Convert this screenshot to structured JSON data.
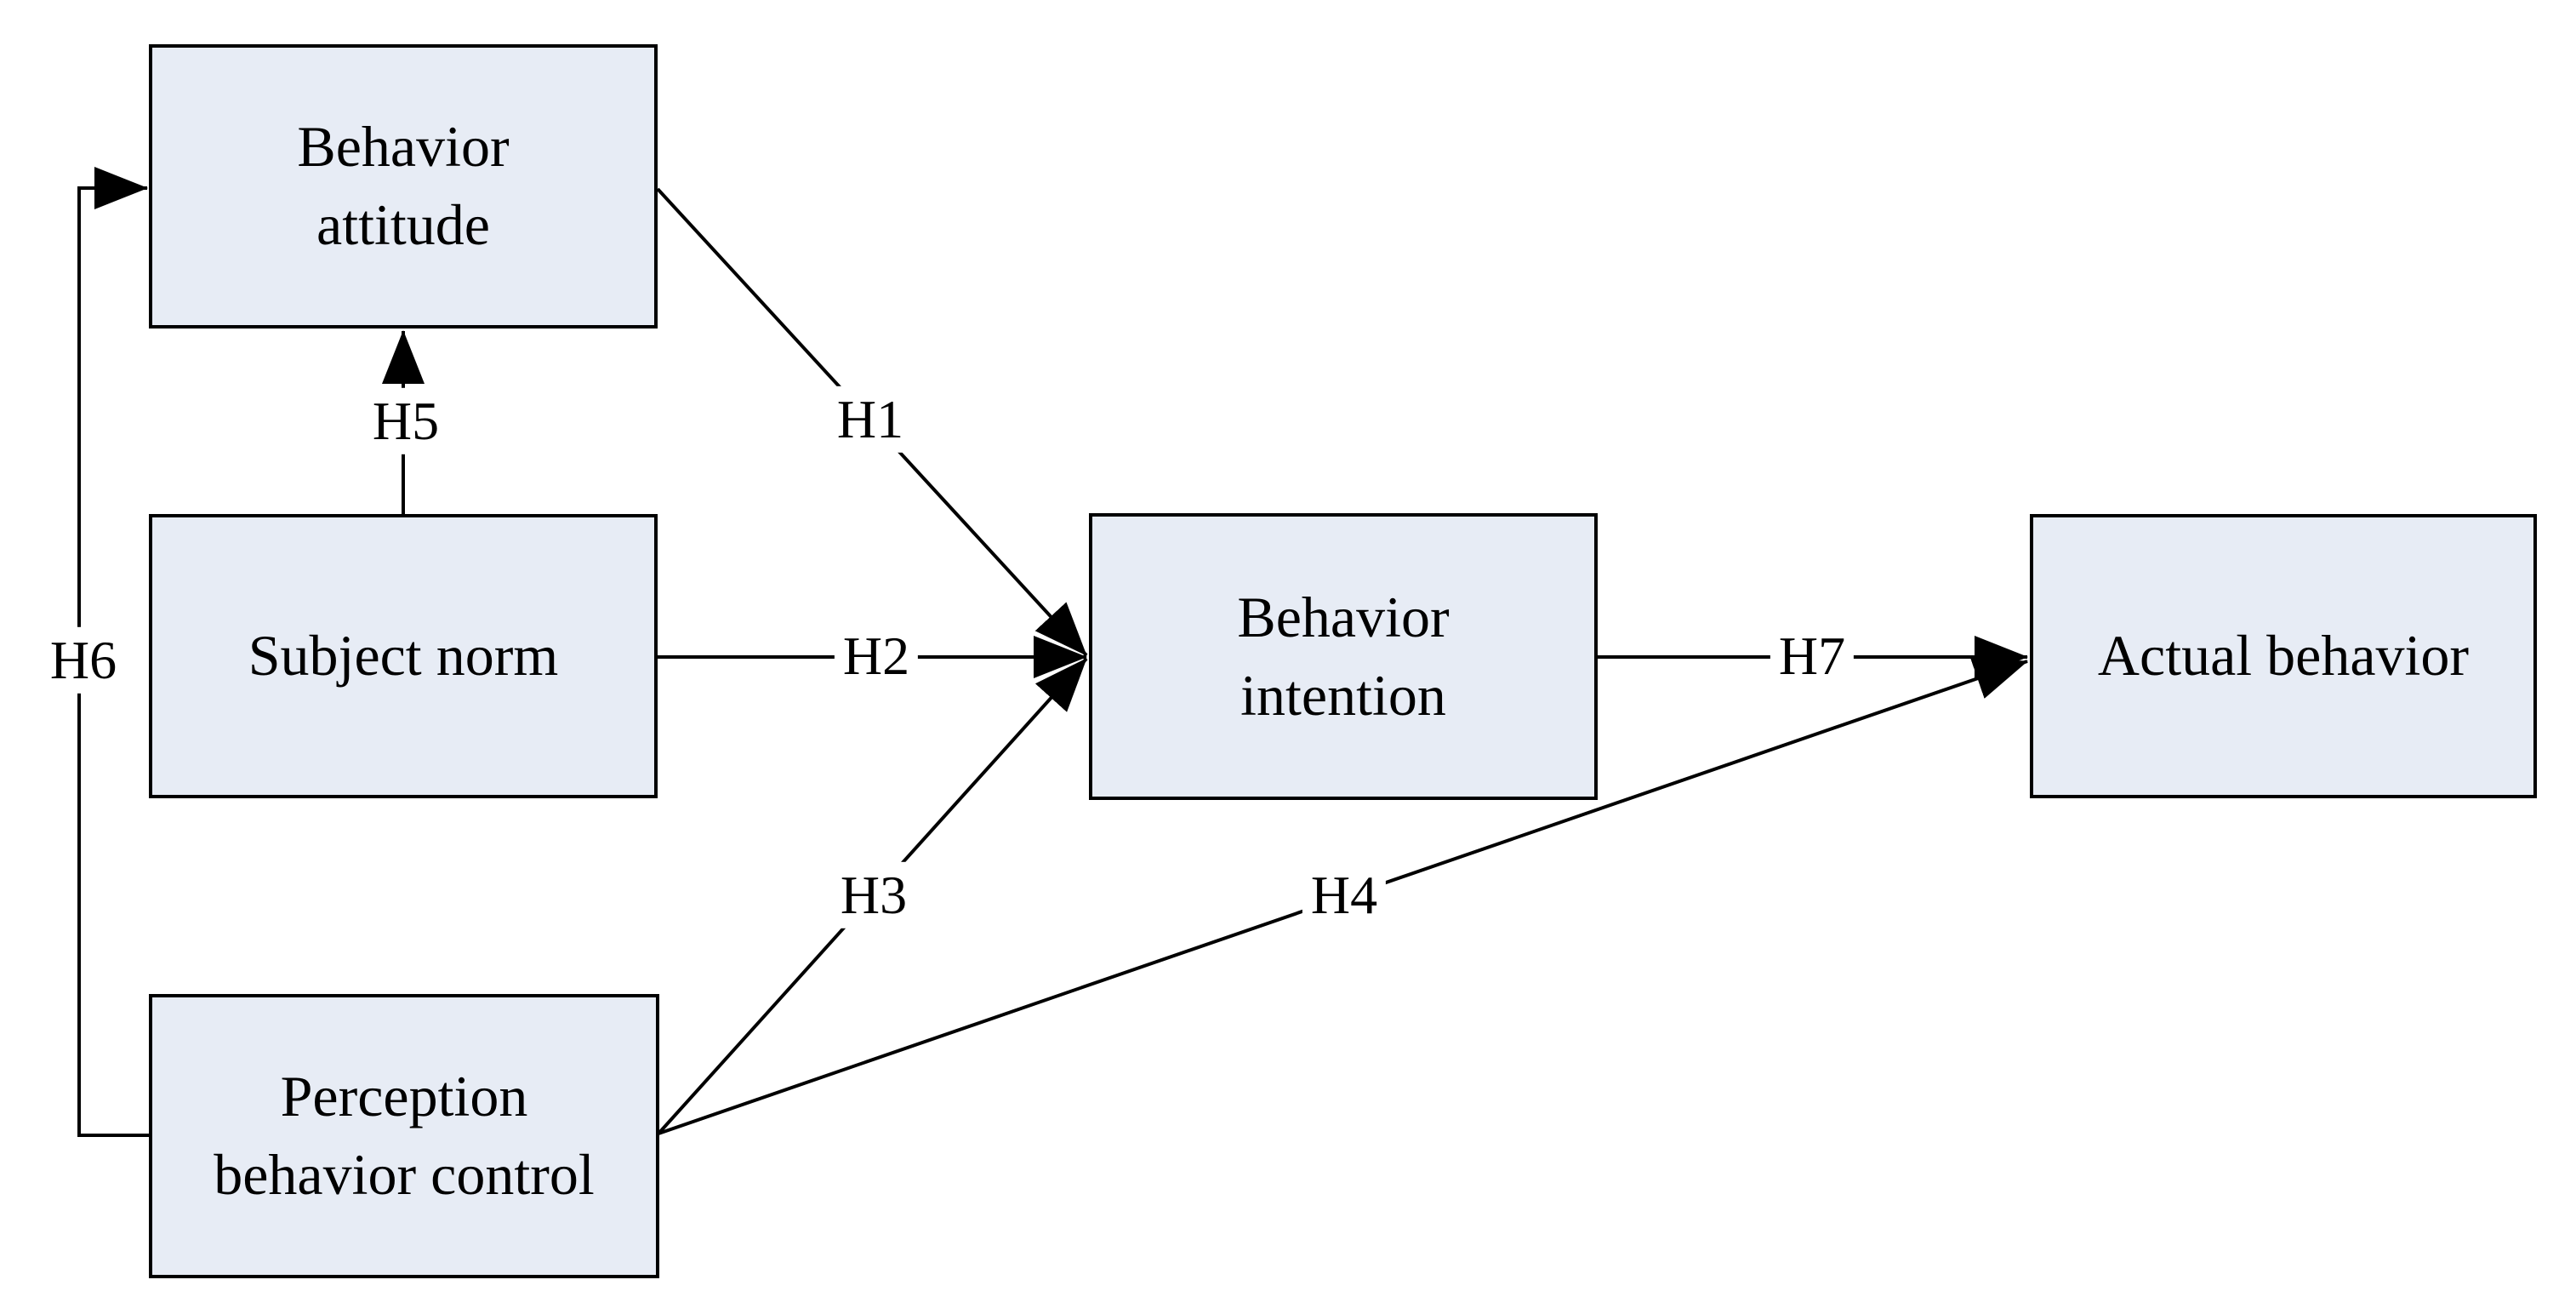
{
  "diagram": {
    "background": "#ffffff",
    "node_fill": "#e7ecf5",
    "node_border": "#000000",
    "line_color": "#000000"
  },
  "nodes": [
    {
      "id": "behavior-attitude",
      "label": "Behavior\nattitude"
    },
    {
      "id": "subject-norm",
      "label": "Subject norm"
    },
    {
      "id": "perception-behavior-control",
      "label": "Perception\nbehavior control"
    },
    {
      "id": "behavior-intention",
      "label": "Behavior\nintention"
    },
    {
      "id": "actual-behavior",
      "label": "Actual behavior"
    }
  ],
  "edges": [
    {
      "label": "H1",
      "from": "behavior-attitude",
      "to": "behavior-intention"
    },
    {
      "label": "H2",
      "from": "subject-norm",
      "to": "behavior-intention"
    },
    {
      "label": "H3",
      "from": "perception-behavior-control",
      "to": "behavior-intention"
    },
    {
      "label": "H4",
      "from": "perception-behavior-control",
      "to": "actual-behavior"
    },
    {
      "label": "H5",
      "from": "subject-norm",
      "to": "behavior-attitude"
    },
    {
      "label": "H6",
      "from": "perception-behavior-control",
      "to": "behavior-attitude"
    },
    {
      "label": "H7",
      "from": "behavior-intention",
      "to": "actual-behavior"
    }
  ]
}
